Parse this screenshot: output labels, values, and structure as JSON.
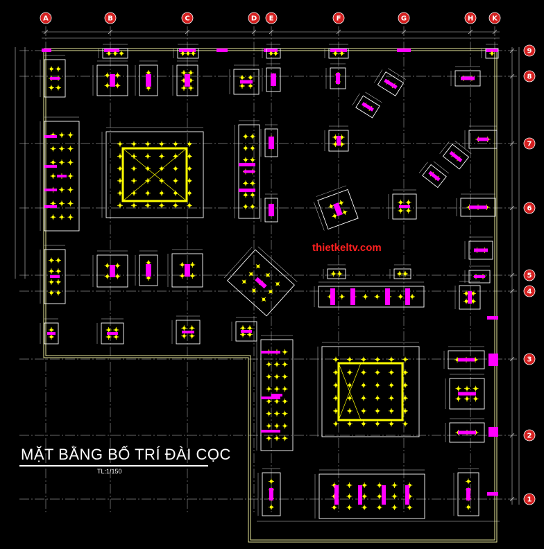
{
  "drawing": {
    "title": "MẶT BẰNG BỐ TRÍ ĐÀI CỌC",
    "scale": "TL:1/150",
    "watermark": "thietkeltv.com"
  },
  "grid_columns": [
    {
      "label": "A"
    },
    {
      "label": "B"
    },
    {
      "label": "C"
    },
    {
      "label": "D"
    },
    {
      "label": "E"
    },
    {
      "label": "F"
    },
    {
      "label": "G"
    },
    {
      "label": "H"
    },
    {
      "label": "K"
    }
  ],
  "grid_rows": [
    {
      "label": "9"
    },
    {
      "label": "8"
    },
    {
      "label": "7"
    },
    {
      "label": "6"
    },
    {
      "label": "5"
    },
    {
      "label": "4"
    },
    {
      "label": "3"
    },
    {
      "label": "2"
    },
    {
      "label": "1"
    }
  ],
  "colors": {
    "background": "#000000",
    "grid_line": "#8a8a8a",
    "boundary": "#e8e89a",
    "pile_cap": "#ffffff",
    "pile": "#ffff00",
    "column": "#ff00ff",
    "bubble_fill": "#d42020",
    "bubble_text": "#ffffff",
    "title": "#ffffff",
    "watermark": "#ff2020"
  }
}
